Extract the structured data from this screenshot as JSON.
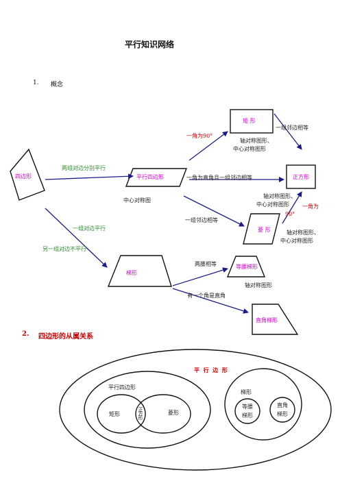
{
  "title": "平行知识网络",
  "section1": {
    "number": "1.",
    "label": "概念"
  },
  "section2": {
    "number": "2.",
    "label": "四边形的从属关系"
  },
  "diagram": {
    "quadrilateral": "四边形",
    "parallelogram": "平行四边形",
    "central_symmetric": "中心对称图",
    "rectangle": "矩 形",
    "square": "正方形",
    "rhombus": "菱 形",
    "trapezoid": "梯形",
    "isosceles_trapezoid": "等腰梯形",
    "right_trapezoid": "直角梯形",
    "edge_two_pairs": "两组对边分别平行",
    "edge_one_pair": "一组对边平行",
    "edge_other_pair": "另一组对边不平行",
    "edge_angle90_prefix": "一角为",
    "edge_angle90_value": "90°",
    "edge_right_adjacent": "一角为直角且一组邻边相等",
    "edge_adjacent_equal": "一组邻边相等",
    "edge_rect_adjacent": "一组邻边相等",
    "edge_rhombus_angle_prefix": "一角为",
    "edge_rhombus_angle_value": "90°",
    "edge_legs_equal": "两腰相等",
    "edge_has_right_angle": "有一个角是直角",
    "note_rect_1": "轴对称图形、",
    "note_rect_2": "中心对称图形",
    "note_square_1": "轴对称图形、",
    "note_square_2": "中心对称图形",
    "note_rhombus_1": "轴对称图形、",
    "note_rhombus_2": "中心对称图形",
    "note_isosceles": "轴对称图形"
  },
  "venn": {
    "outer_label": "平  行  边  形",
    "parallelogram": "平行四边形",
    "rectangle": "矩形",
    "rhombus": "菱形",
    "square": "正方形",
    "trapezoid": "梯形",
    "isosceles_1": "等腰",
    "isosceles_2": "梯形",
    "right_1": "直角",
    "right_2": "梯形"
  },
  "colors": {
    "arrow": "#1a1a8c",
    "green": "#2e8b2e",
    "red": "#d40000",
    "magenta": "#d400d4"
  }
}
